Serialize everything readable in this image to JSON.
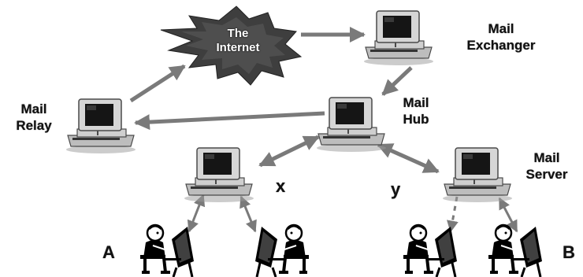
{
  "cloud": {
    "line1": "The",
    "line2": "Internet"
  },
  "nodes": {
    "mail_exchanger": {
      "line1": "Mail",
      "line2": "Exchanger"
    },
    "mail_relay": {
      "line1": "Mail",
      "line2": "Relay"
    },
    "mail_hub": {
      "line1": "Mail",
      "line2": "Hub"
    },
    "mail_server": {
      "line1": "Mail",
      "line2": "Server"
    },
    "host_x": {
      "label": "x"
    },
    "host_y": {
      "label": "y"
    }
  },
  "users": {
    "a": "A",
    "b": "B"
  },
  "colors": {
    "arrow": "#7a7a7a",
    "cloud": "#3e3e3e",
    "computer_body": "#c8c8c8",
    "screen": "#151515"
  }
}
